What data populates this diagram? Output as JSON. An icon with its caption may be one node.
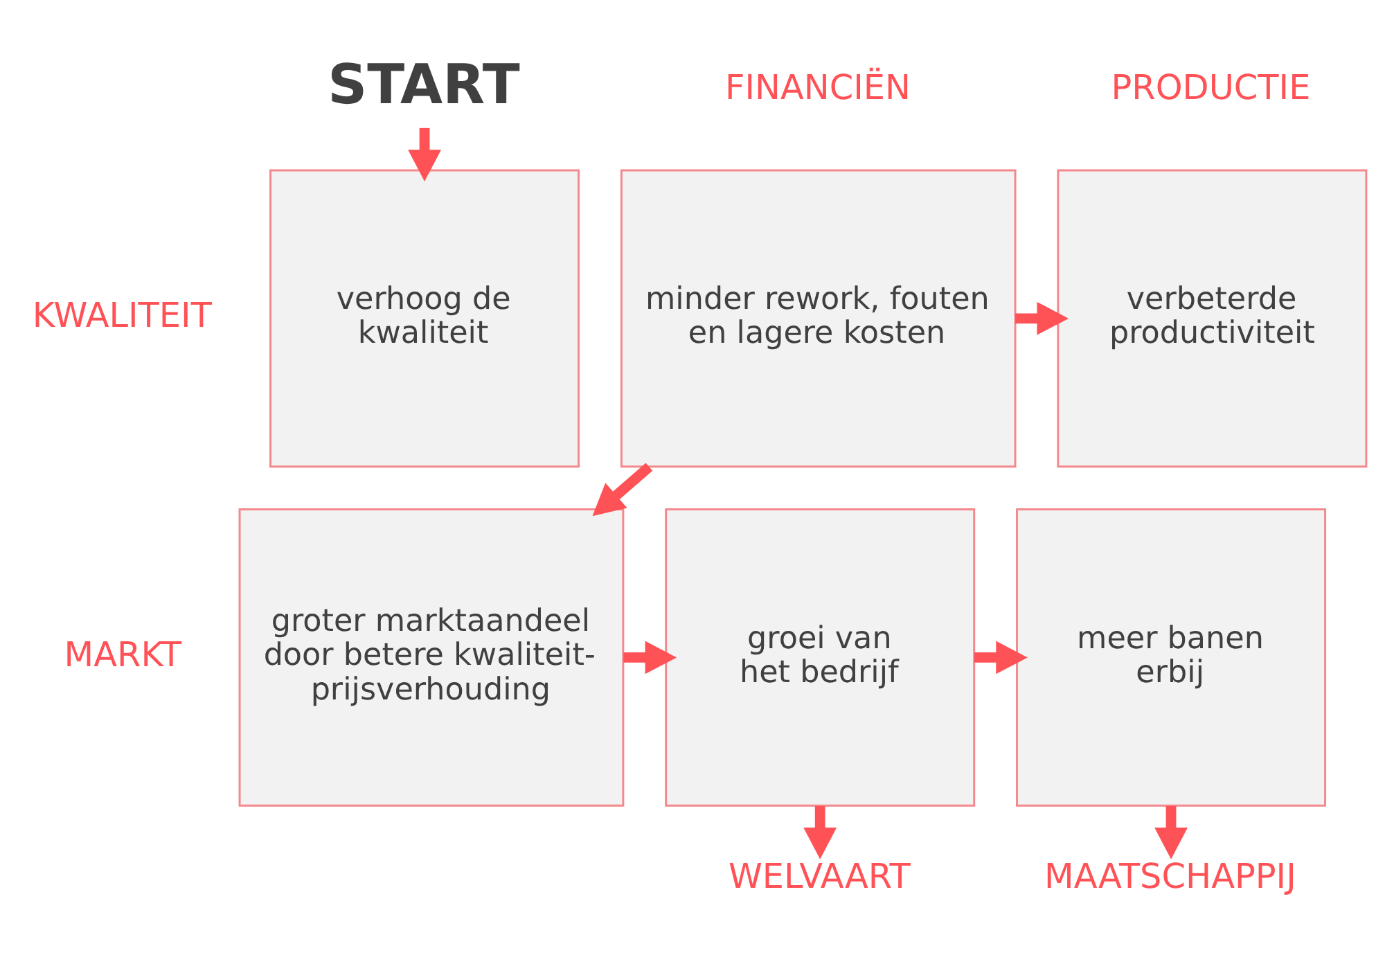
{
  "diagram": {
    "nodes": [
      {
        "text": [
          "START"
        ]
      },
      {
        "text": [
          "verhoog de kwaliteit"
        ]
      },
      {
        "text": [
          "minder rework, fouten en lagere kosten"
        ]
      },
      {
        "text": [
          "verbeterde productiviteit"
        ]
      },
      {
        "text": [
          "groter marktaandeel door betere kwaliteit-prijsverhouding"
        ]
      },
      {
        "text": [
          "groei van het bedrijf"
        ]
      },
      {
        "text": [
          "meer banen erbij"
        ]
      },
      {
        "text": [
          "WELVAART"
        ]
      },
      {
        "text": [
          "MAATSCHAPPIJ"
        ]
      }
    ],
    "edges": [
      {
        "from": 0,
        "to": 1,
        "arrow": "to"
      },
      {
        "from": 2,
        "to": 3,
        "arrow": "to"
      },
      {
        "from": 2,
        "to": 4,
        "arrow": "to"
      },
      {
        "from": 4,
        "to": 5,
        "arrow": "to"
      },
      {
        "from": 5,
        "to": 6,
        "arrow": "to"
      },
      {
        "from": 5,
        "to": 7,
        "arrow": "to"
      },
      {
        "from": 6,
        "to": 8,
        "arrow": "to"
      }
    ],
    "labels": [
      "FINANCIËN",
      "PRODUCTIE",
      "KWALITEIT",
      "MARKT"
    ]
  }
}
